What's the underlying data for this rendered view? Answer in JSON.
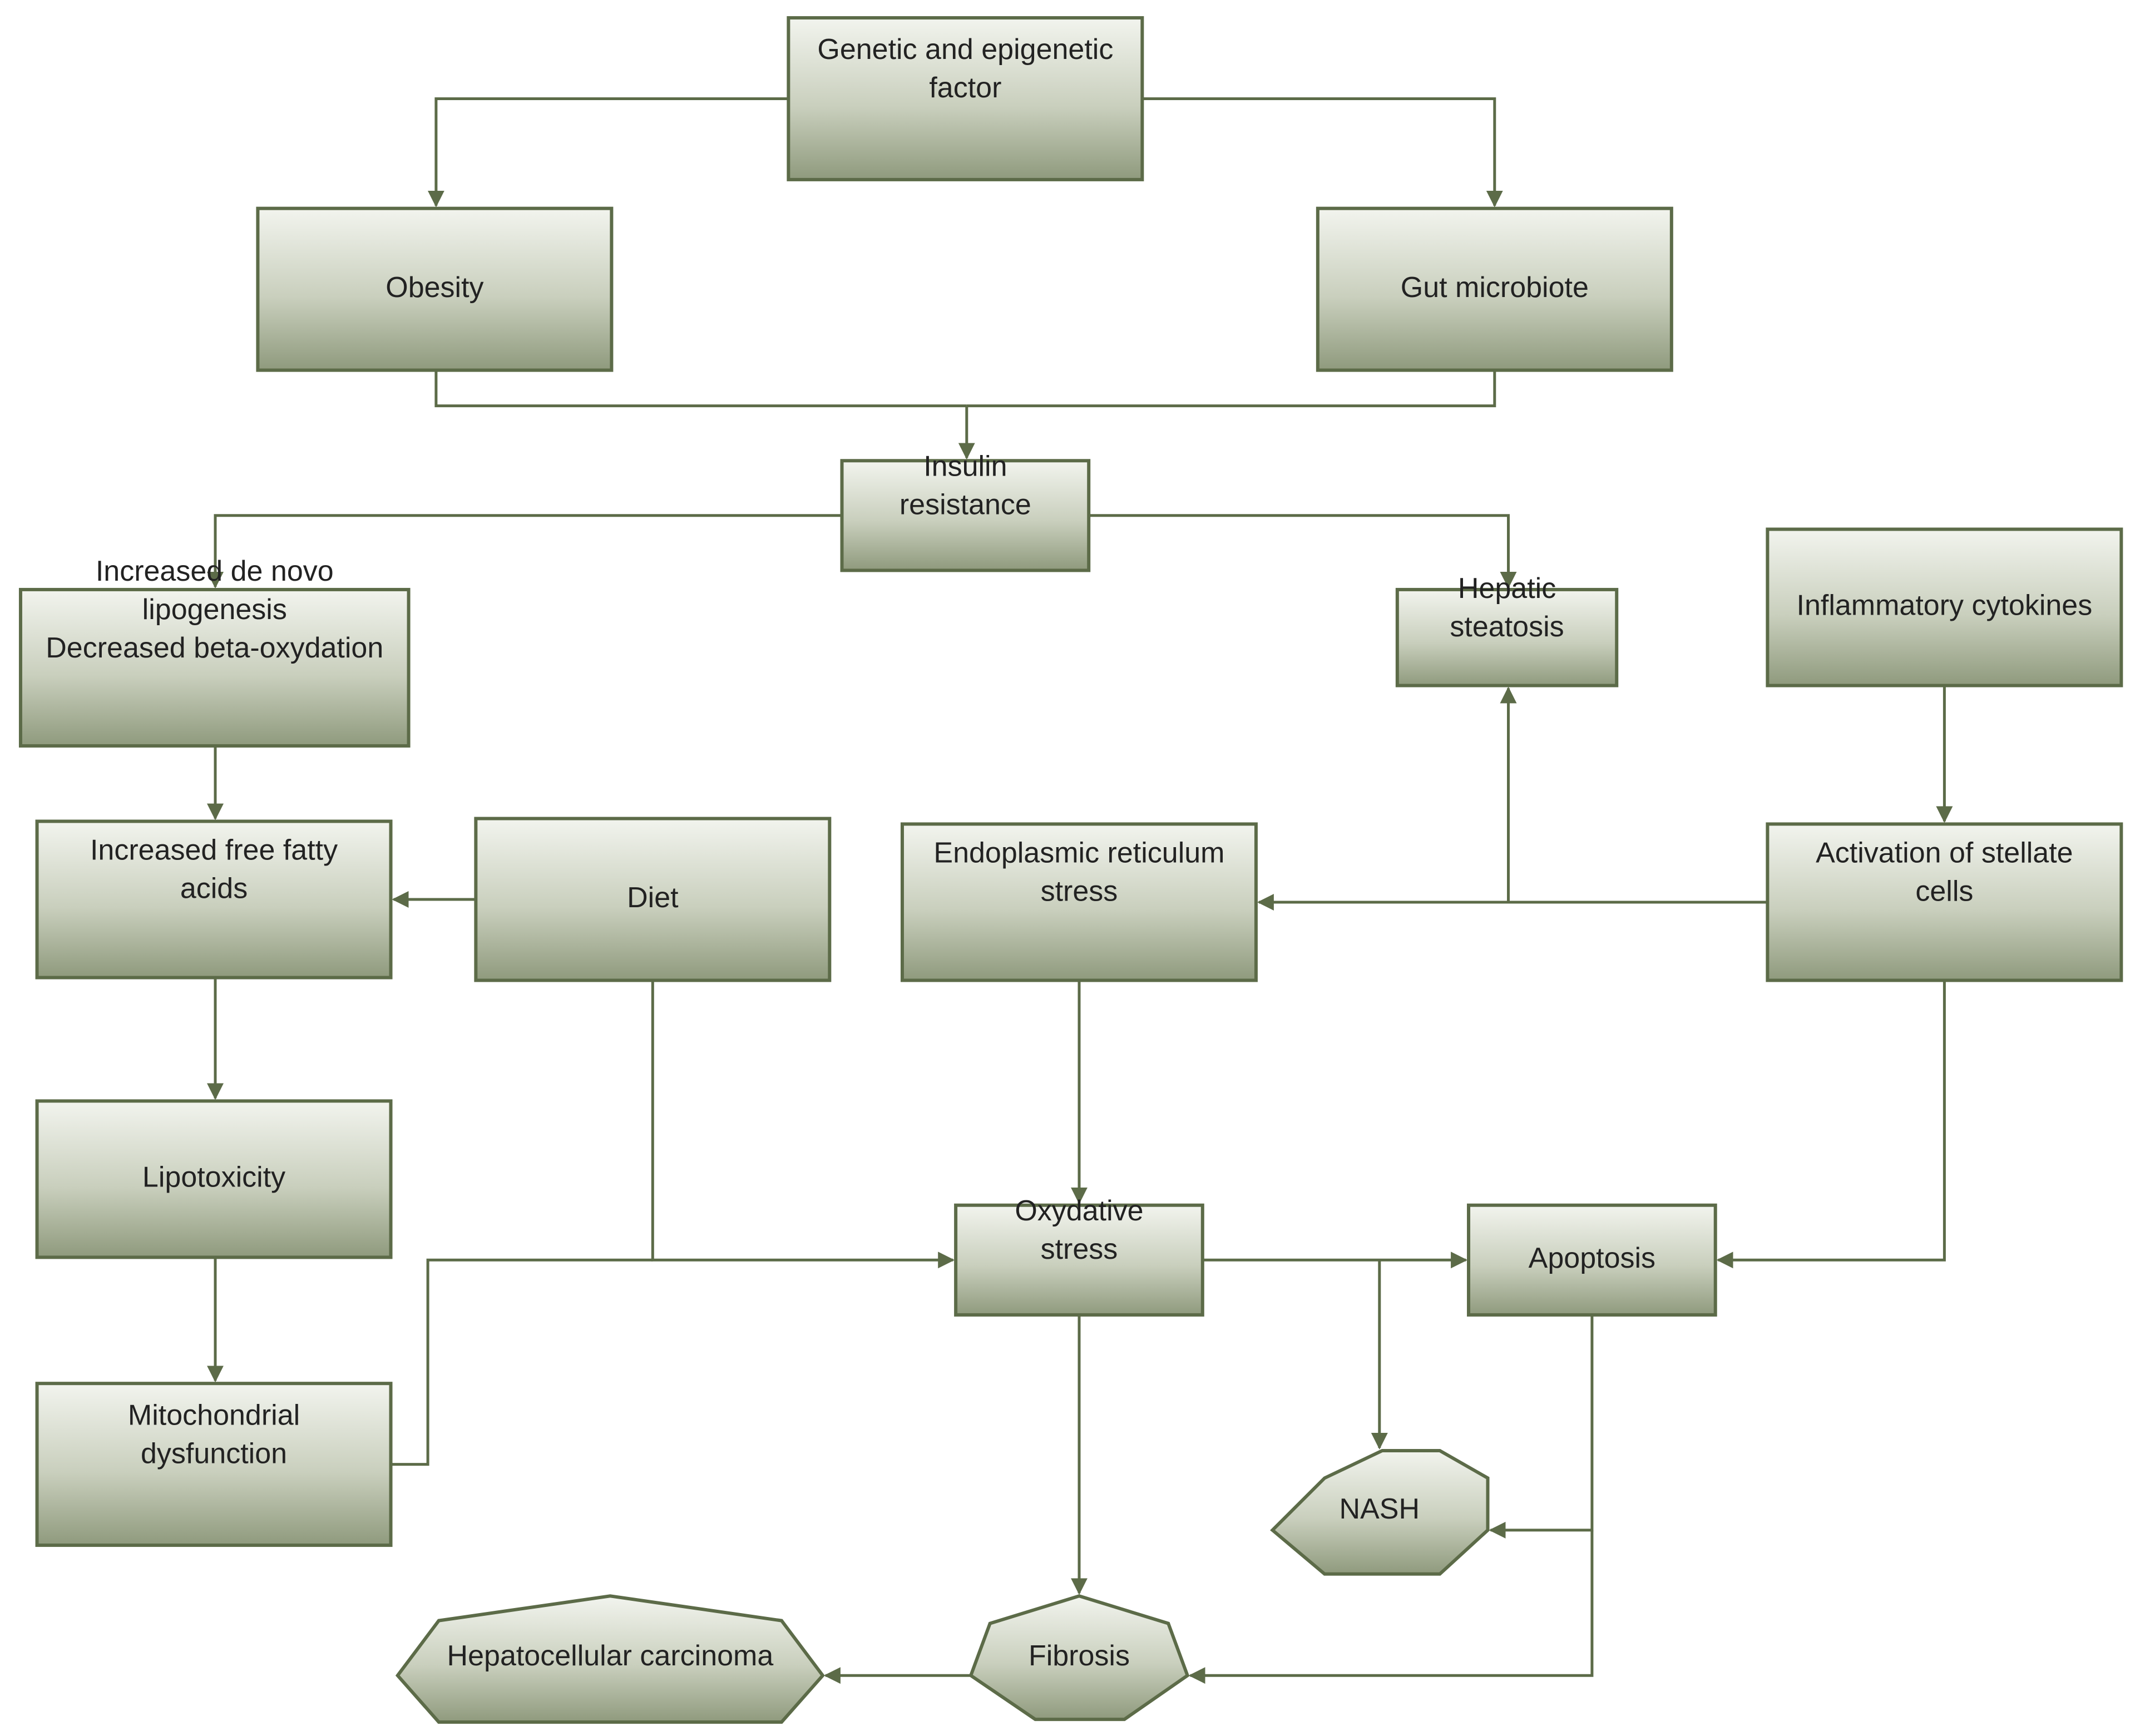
{
  "colors": {
    "stroke": "#5c6b48",
    "fill_top": "#f2f4ee",
    "fill_bottom": "#8f9a7d",
    "text": "#222222"
  },
  "nodes": {
    "genetic": [
      "Genetic and epigenetic",
      "factor"
    ],
    "obesity": [
      "Obesity"
    ],
    "gut": [
      "Gut microbiote"
    ],
    "insulin": [
      "Insulin",
      "resistance"
    ],
    "lipogenesis": [
      "Increased de novo",
      "lipogenesis",
      "Decreased beta-oxydation"
    ],
    "steatosis": [
      "Hepatic",
      "steatosis"
    ],
    "cytokines": [
      "Inflammatory cytokines"
    ],
    "ffa": [
      "Increased free fatty",
      "acids"
    ],
    "diet": [
      "Diet"
    ],
    "er_stress": [
      "Endoplasmic reticulum",
      "stress"
    ],
    "stellate": [
      "Activation of stellate",
      "cells"
    ],
    "lipotoxicity": [
      "Lipotoxicity"
    ],
    "oxidative": [
      "Oxydative",
      "stress"
    ],
    "apoptosis": [
      "Apoptosis"
    ],
    "mito": [
      "Mitochondrial",
      "dysfunction"
    ],
    "nash": [
      "NASH"
    ],
    "hcc": [
      "Hepatocellular carcinoma"
    ],
    "fibrosis": [
      "Fibrosis"
    ]
  }
}
